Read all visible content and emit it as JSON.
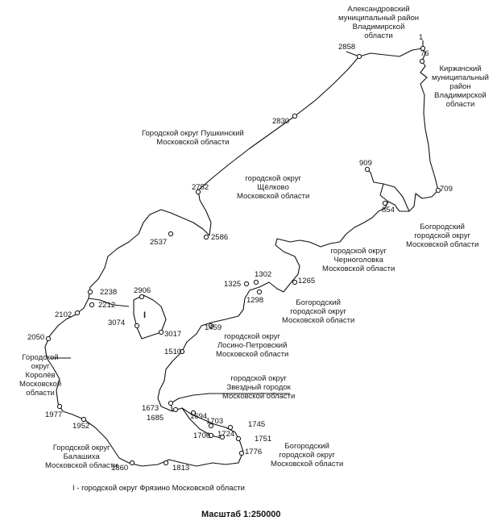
{
  "scale": "Масштаб 1:250000",
  "legend": "I - городской округ Фрязино Московской области",
  "regions": {
    "aleksandrovsky": "Александровский\nмуниципальный район\nВладимирской\nобласти",
    "kirzhachsky": "Киржачский\nмуниципальный\nрайон\nВладимирской\nобласти",
    "pushkinsky": "Городской округ Пушкинский\nМосковской области",
    "shchelkovo": "городской округ\nЩёлково\nМосковской области",
    "bogorodsky_1": "Богородский\nгородской округ\nМосковской области",
    "chernogolovka": "городской округ\nЧерноголовка\nМосковской области",
    "bogorodsky_2": "Богородский\nгородской округ\nМосковской области",
    "losino_petrovsky": "городской округ\nЛосино-Петровский\nМосковской области",
    "korolev": "Городской\nокруг\nКоролёв\nМосковской\nобласти",
    "zvezdny": "городской округ\nЗвездный городок\nМосковской области",
    "balashikha": "Городской округ\nБалашиха\nМосковской области",
    "bogorodsky_3": "Богородский\nгородской округ\nМосковской области",
    "fryazino_mark": "I"
  },
  "points": {
    "p1": "1",
    "p76": "76",
    "p2858": "2858",
    "p2830": "2830",
    "p909": "909",
    "p709": "709",
    "p854": "854",
    "p2752": "2752",
    "p2586": "2586",
    "p2537": "2537",
    "p1325": "1325",
    "p1302": "1302",
    "p1265": "1265",
    "p1298": "1298",
    "p2238": "2238",
    "p2906": "2906",
    "p2212": "2212",
    "p2102": "2102",
    "p3074": "3074",
    "p3017": "3017",
    "p1459": "1459",
    "p2050": "2050",
    "p1510": "1510",
    "p1673": "1673",
    "p1685": "1685",
    "p1694": "1694",
    "p1703": "1703",
    "p1745": "1745",
    "p1706": "1706",
    "p1724": "1724",
    "p1751": "1751",
    "p1977": "1977",
    "p1952": "1952",
    "p1776": "1776",
    "p1860": "1860",
    "p1813": "1813"
  }
}
